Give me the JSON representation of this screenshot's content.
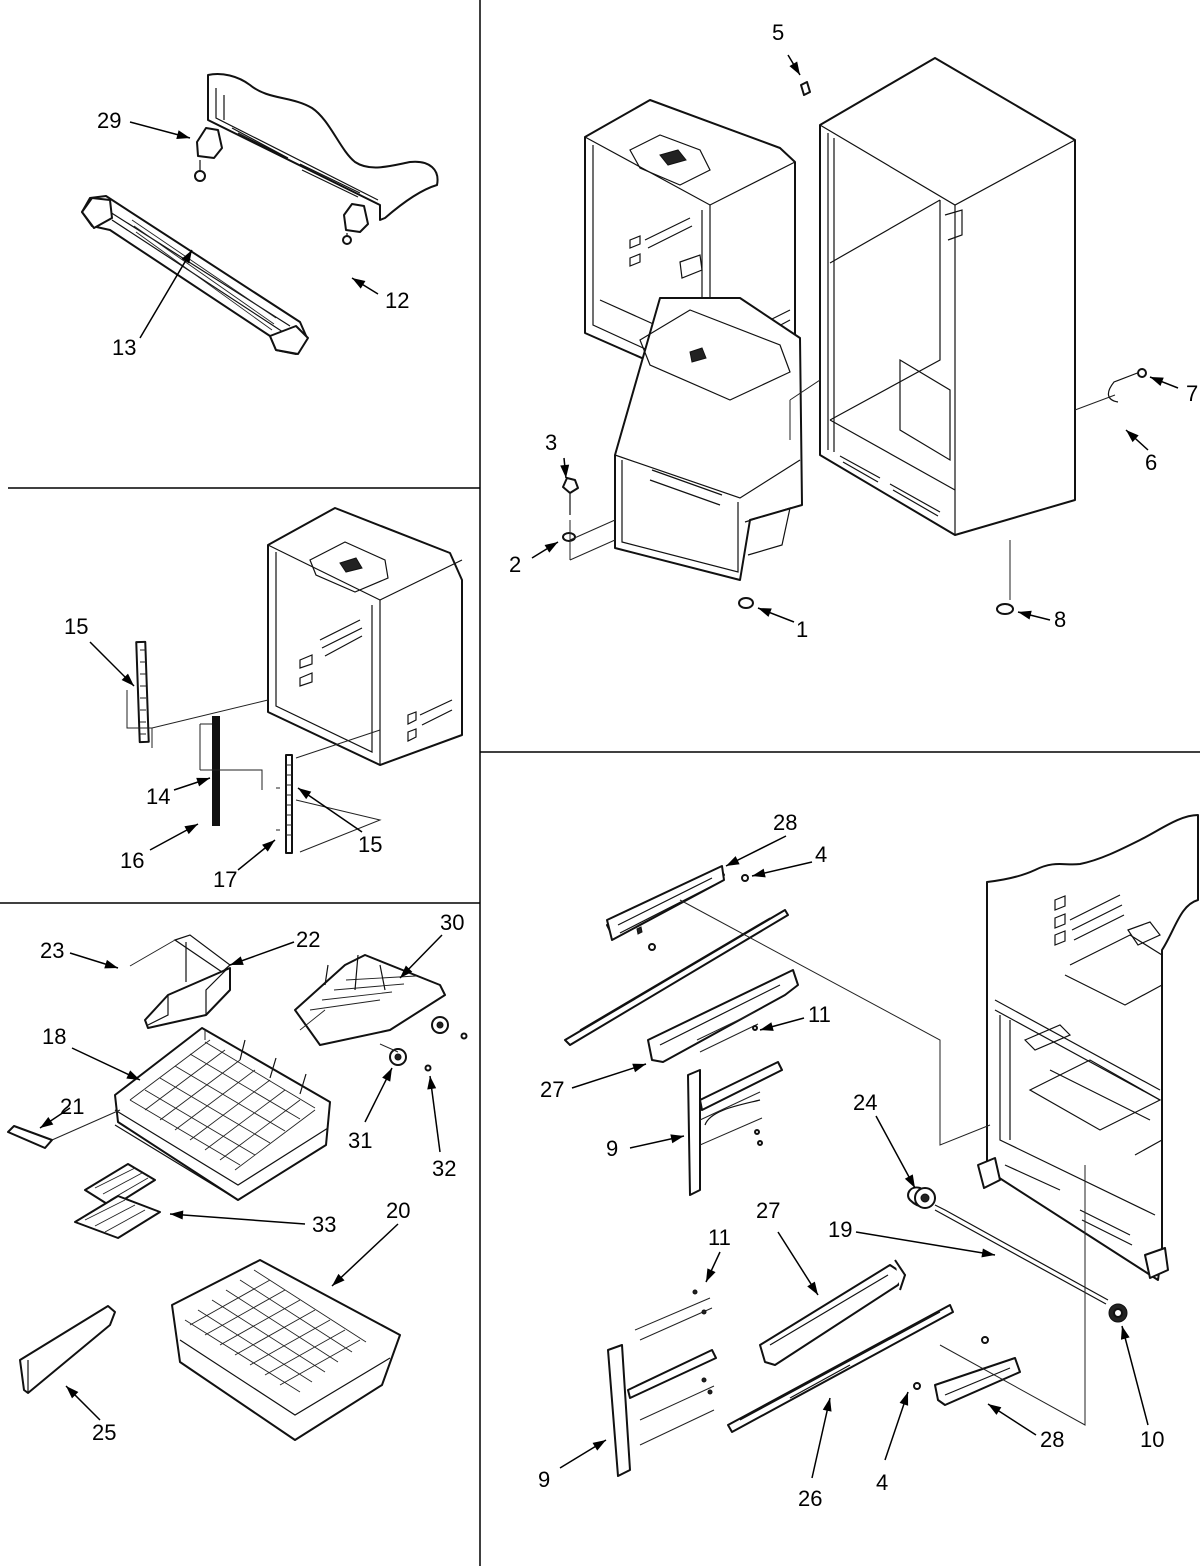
{
  "callouts": [
    {
      "id": "29",
      "label": "29"
    },
    {
      "id": "12",
      "label": "12"
    },
    {
      "id": "13",
      "label": "13"
    },
    {
      "id": "5",
      "label": "5"
    },
    {
      "id": "3",
      "label": "3"
    },
    {
      "id": "2",
      "label": "2"
    },
    {
      "id": "1",
      "label": "1"
    },
    {
      "id": "7",
      "label": "7"
    },
    {
      "id": "6",
      "label": "6"
    },
    {
      "id": "8",
      "label": "8"
    },
    {
      "id": "15a",
      "label": "15"
    },
    {
      "id": "14",
      "label": "14"
    },
    {
      "id": "16",
      "label": "16"
    },
    {
      "id": "17",
      "label": "17"
    },
    {
      "id": "15b",
      "label": "15"
    },
    {
      "id": "23",
      "label": "23"
    },
    {
      "id": "22",
      "label": "22"
    },
    {
      "id": "30",
      "label": "30"
    },
    {
      "id": "18",
      "label": "18"
    },
    {
      "id": "21",
      "label": "21"
    },
    {
      "id": "31",
      "label": "31"
    },
    {
      "id": "32",
      "label": "32"
    },
    {
      "id": "33",
      "label": "33"
    },
    {
      "id": "20",
      "label": "20"
    },
    {
      "id": "25",
      "label": "25"
    },
    {
      "id": "28a",
      "label": "28"
    },
    {
      "id": "4a",
      "label": "4"
    },
    {
      "id": "11a",
      "label": "11"
    },
    {
      "id": "27a",
      "label": "27"
    },
    {
      "id": "9a",
      "label": "9"
    },
    {
      "id": "24",
      "label": "24"
    },
    {
      "id": "19",
      "label": "19"
    },
    {
      "id": "11b",
      "label": "11"
    },
    {
      "id": "27b",
      "label": "27"
    },
    {
      "id": "10",
      "label": "10"
    },
    {
      "id": "9b",
      "label": "9"
    },
    {
      "id": "4b",
      "label": "4"
    },
    {
      "id": "28b",
      "label": "28"
    },
    {
      "id": "26",
      "label": "26"
    }
  ]
}
